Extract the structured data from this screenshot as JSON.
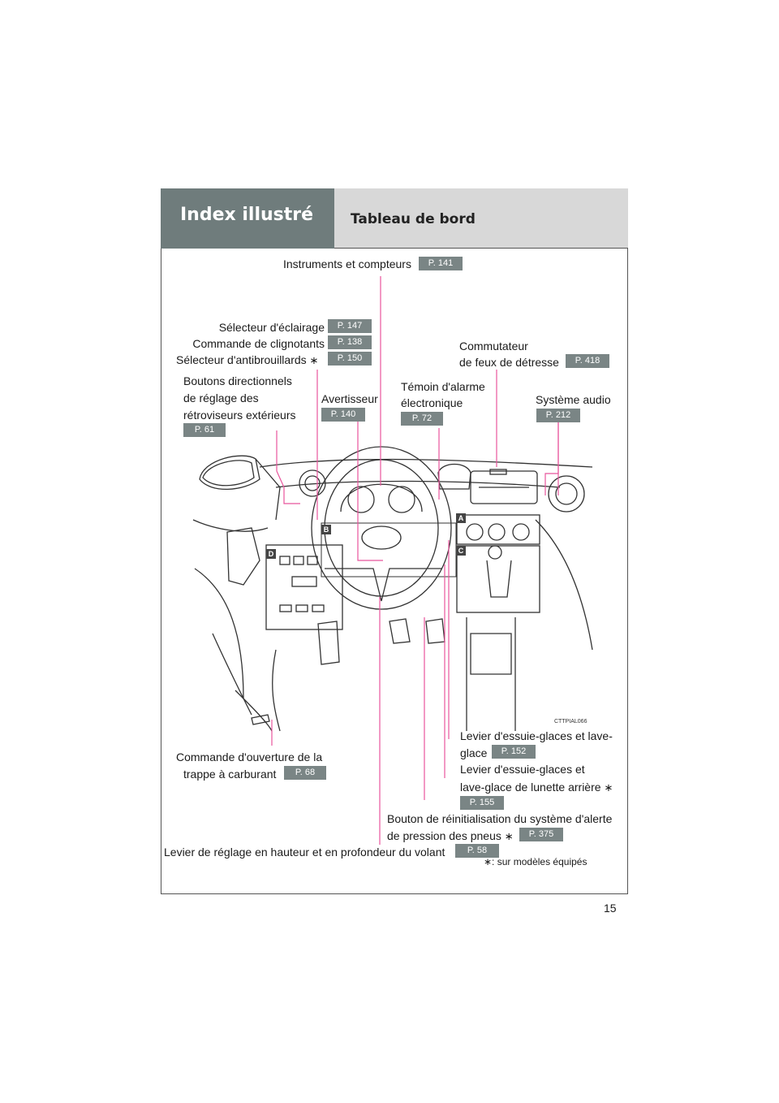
{
  "header": {
    "section": "Index illustré",
    "title": "Tableau de bord"
  },
  "labels": {
    "instruments": {
      "text": "Instruments et compteurs",
      "ref": "P. 141"
    },
    "eclairage": {
      "text": "Sélecteur d'éclairage",
      "ref": "P. 147"
    },
    "clignotants": {
      "text": "Commande de clignotants",
      "ref": "P. 138"
    },
    "antibrouillards": {
      "text": "Sélecteur d'antibrouillards",
      "star": "∗",
      "ref": "P. 150"
    },
    "retroviseurs": {
      "line1": "Boutons directionnels",
      "line2": "de réglage des",
      "line3": "rétroviseurs extérieurs",
      "ref": "P. 61"
    },
    "avertisseur": {
      "text": "Avertisseur",
      "ref": "P. 140"
    },
    "alarme": {
      "line1": "Témoin d'alarme",
      "line2": "électronique",
      "ref": "P. 72"
    },
    "detresse": {
      "line1": "Commutateur",
      "line2": "de feux de détresse",
      "ref": "P. 418"
    },
    "audio": {
      "text": "Système audio",
      "ref": "P. 212"
    },
    "carburant": {
      "line1": "Commande d'ouverture de la",
      "line2": "trappe à carburant",
      "ref": "P. 68"
    },
    "essuie1": {
      "line1": "Levier d'essuie-glaces et lave-",
      "line2": "glace",
      "ref": "P. 152"
    },
    "essuie2": {
      "line1": "Levier d'essuie-glaces et",
      "line2": "lave-glace de lunette arrière",
      "star": "∗",
      "ref": "P. 155"
    },
    "pression": {
      "line1": "Bouton de réinitialisation du système d'alerte",
      "line2": "de pression des pneus",
      "star": "∗",
      "ref": "P. 375"
    },
    "volant": {
      "text": "Levier de réglage en hauteur et en profondeur du volant",
      "ref": "P. 58"
    }
  },
  "footnote": "∗: sur modèles équipés",
  "illustration": {
    "code": "CTTPIAL066",
    "badges": [
      "A",
      "B",
      "C",
      "D"
    ]
  },
  "page_number": "15",
  "colors": {
    "header_dark": "#6f7c7c",
    "header_light": "#d8d8d8",
    "tag": "#7a8585",
    "leader": "#e8559c"
  }
}
